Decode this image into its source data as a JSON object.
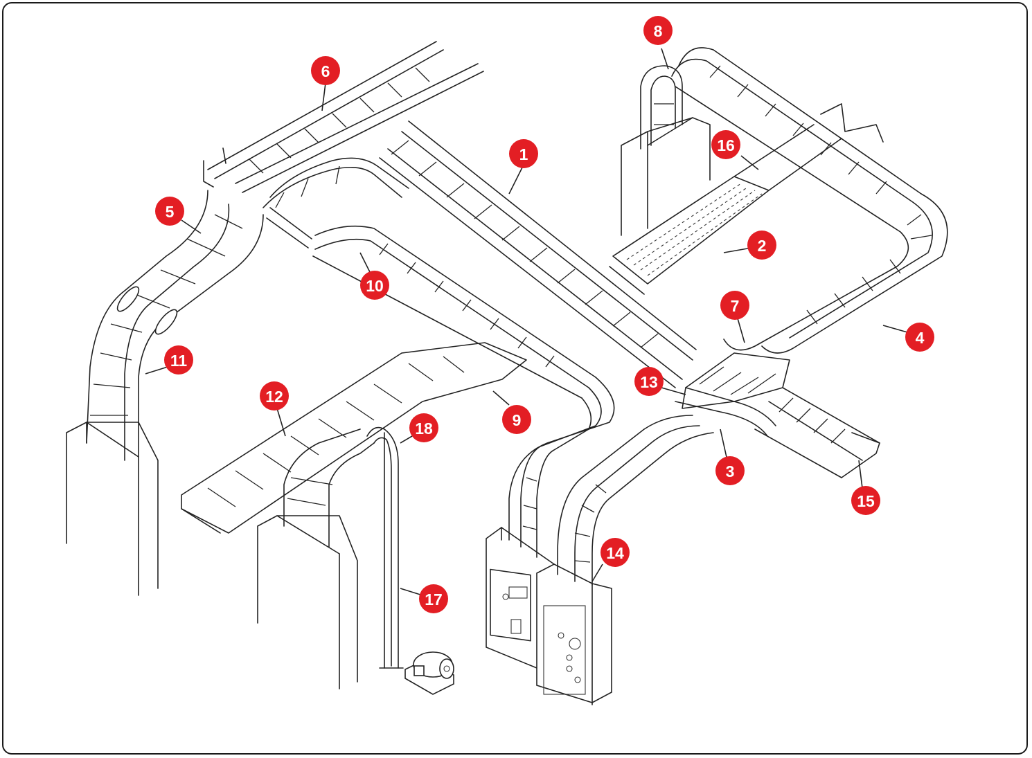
{
  "colors": {
    "accent": "#e31e24",
    "line": "#222222",
    "background": "#ffffff"
  },
  "callouts": [
    {
      "id": "callout-1",
      "label": "1"
    },
    {
      "id": "callout-2",
      "label": "2"
    },
    {
      "id": "callout-3",
      "label": "3"
    },
    {
      "id": "callout-4",
      "label": "4"
    },
    {
      "id": "callout-5",
      "label": "5"
    },
    {
      "id": "callout-6",
      "label": "6"
    },
    {
      "id": "callout-7",
      "label": "7"
    },
    {
      "id": "callout-8",
      "label": "8"
    },
    {
      "id": "callout-9",
      "label": "9"
    },
    {
      "id": "callout-10",
      "label": "10"
    },
    {
      "id": "callout-11",
      "label": "11"
    },
    {
      "id": "callout-12",
      "label": "12"
    },
    {
      "id": "callout-13",
      "label": "13"
    },
    {
      "id": "callout-14",
      "label": "14"
    },
    {
      "id": "callout-15",
      "label": "15"
    },
    {
      "id": "callout-16",
      "label": "16"
    },
    {
      "id": "callout-17",
      "label": "17"
    },
    {
      "id": "callout-18",
      "label": "18"
    }
  ]
}
